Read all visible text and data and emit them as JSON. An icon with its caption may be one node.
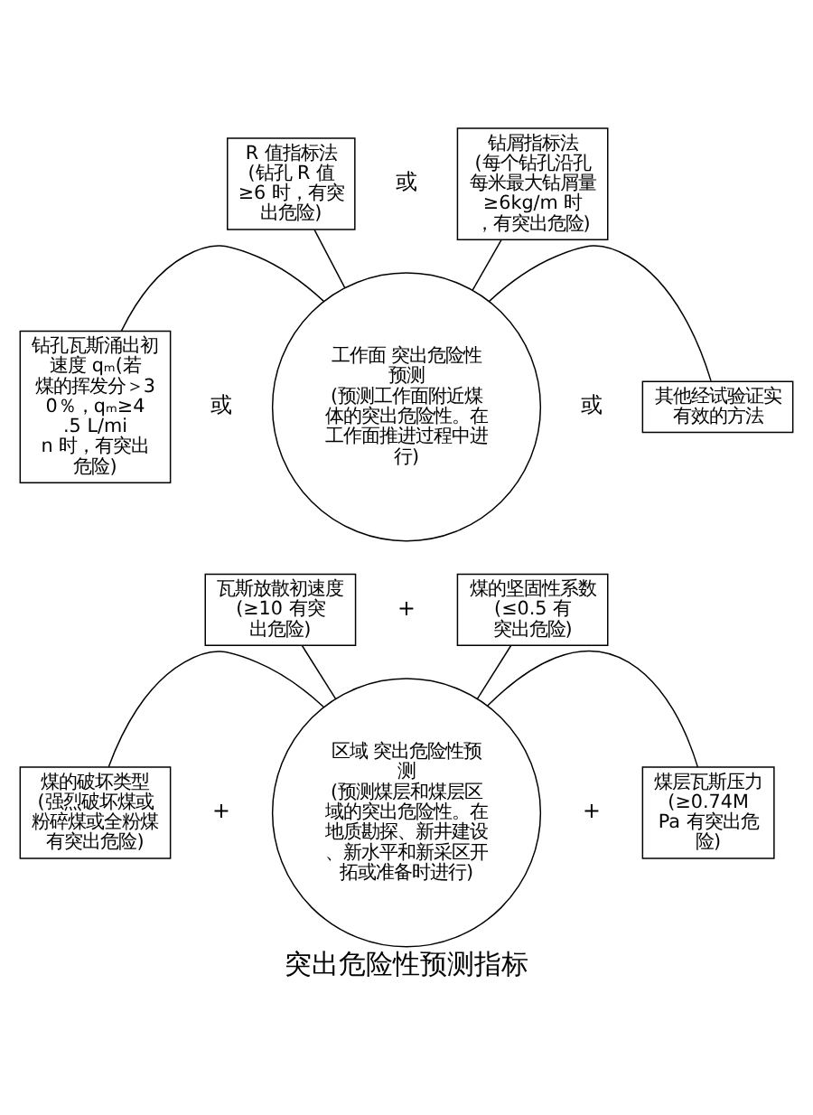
{
  "diagram": {
    "caption": "突出危险性预测指标",
    "nodes": [
      {
        "text": [
          "工作面 突出危险性预测",
          "(预测工作面附近煤体的突出危险性。在工作面推进过程中进行)"
        ]
      },
      {
        "text": [
          "R 值指标法",
          "(钻孔 R 值≥6 时，有突出危险)"
        ]
      },
      {
        "text": [
          "钻屑指标法",
          "(每个钻孔沿孔每米最大钻屑量≥6kg/m 时，有突出危险)"
        ]
      },
      {
        "text": [
          "钻孔瓦斯涌出初速度 qₘ(若煤的挥发分＞30％，qₘ≥4.5 L/min 时，有突出危险)"
        ]
      },
      {
        "text": [
          "其他经试验证实有效的方法"
        ]
      },
      {
        "text": [
          "区域 突出危险性预测",
          "(预测煤层和煤层区域的突出危险性。在地质勘探、新井建设、新水平和新采区开拓或准备时进行)"
        ]
      },
      {
        "text": [
          "煤的破坏类型",
          "(强烈破坏煤或粉碎煤或全粉煤有突出危险)"
        ]
      },
      {
        "text": [
          "瓦斯放散初速度",
          "(≥10 有突出危险)"
        ]
      },
      {
        "text": [
          "煤的坚固性系数",
          "(≤0.5 有突出危险)"
        ]
      },
      {
        "text": [
          "煤层瓦斯压力",
          "(≥0.74MPa 有突出危险)"
        ]
      }
    ],
    "edges": [
      {
        "from": 1,
        "to": 0,
        "arrow": "none"
      },
      {
        "from": 2,
        "to": 0,
        "arrow": "none"
      },
      {
        "from": 3,
        "to": 0,
        "arrow": "none"
      },
      {
        "from": 4,
        "to": 0,
        "arrow": "none"
      },
      {
        "from": 6,
        "to": 5,
        "arrow": "none"
      },
      {
        "from": 7,
        "to": 5,
        "arrow": "none"
      },
      {
        "from": 8,
        "to": 5,
        "arrow": "none"
      },
      {
        "from": 9,
        "to": 5,
        "arrow": "none"
      }
    ],
    "labels": [
      "或",
      "或",
      "或",
      "+",
      "+",
      "+"
    ]
  }
}
